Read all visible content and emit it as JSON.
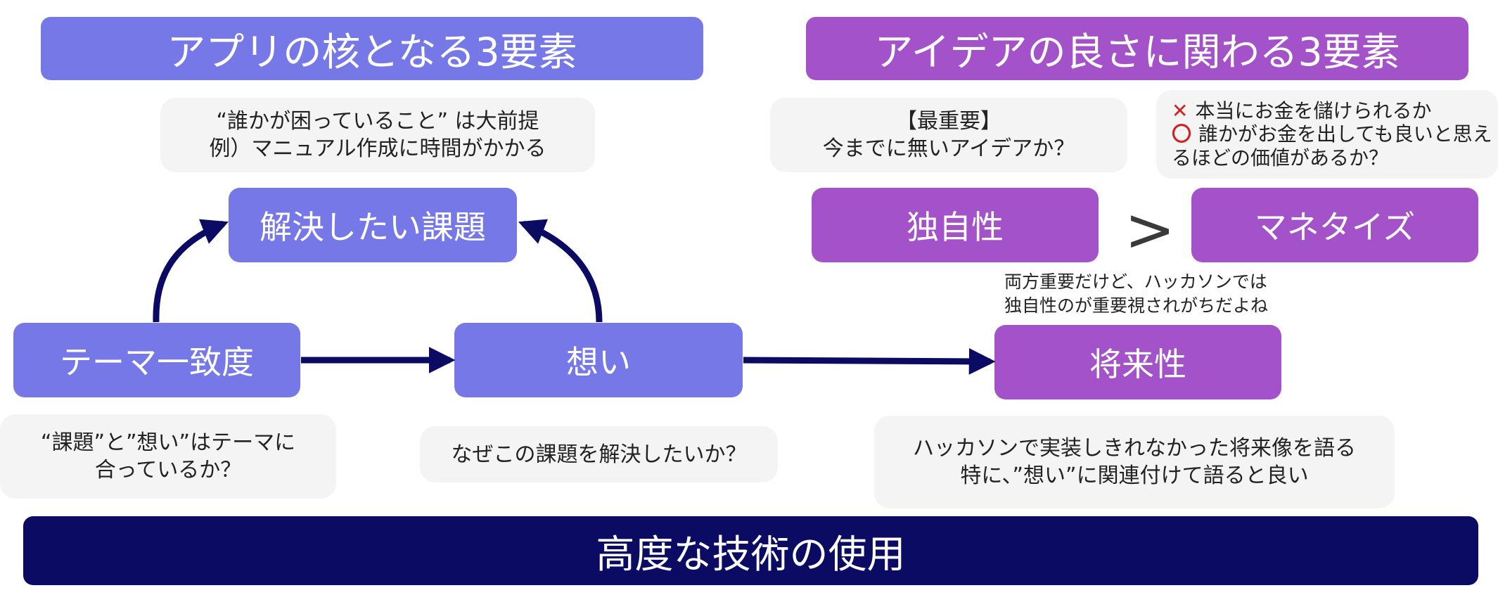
{
  "colors": {
    "blue": "#7578e6",
    "purple": "#a352c9",
    "navy": "#0b0b63",
    "note_bg": "#f4f4f4",
    "mark_red": "#d21f1f"
  },
  "headers": {
    "left": "アプリの核となる3要素",
    "right": "アイデアの良さに関わる3要素"
  },
  "boxes": {
    "kadai": "解決したい課題",
    "theme": "テーマ一致度",
    "omoi": "想い",
    "dokuji": "独自性",
    "monetize": "マネタイズ",
    "shorai": "将来性",
    "gijutsu": "高度な技術の使用"
  },
  "notes": {
    "kadai": [
      "“誰かが困っていること” は大前提",
      "例）マニュアル作成に時間がかかる"
    ],
    "theme": [
      "“課題”と”想い”はテーマに",
      "合っているか？"
    ],
    "omoi": [
      "なぜこの課題を解決したいか？"
    ],
    "dokuji": [
      "【最重要】",
      "今までに無いアイデアか？"
    ],
    "monetize": {
      "x_mark": "✕",
      "x_text": "本当にお金を儲けられるか",
      "o_mark": "〇",
      "o_text_1": "誰かがお金を出しても良いと思え",
      "o_text_2": "るほどの価値があるか？"
    },
    "compare": [
      "両方重要だけど、ハッカソンでは",
      "独自性のが重要視されがちだよね"
    ],
    "shorai": [
      "ハッカソンで実装しきれなかった将来像を語る",
      "特に、”想い”に関連付けて語ると良い"
    ]
  },
  "symbols": {
    "greater": ">"
  }
}
